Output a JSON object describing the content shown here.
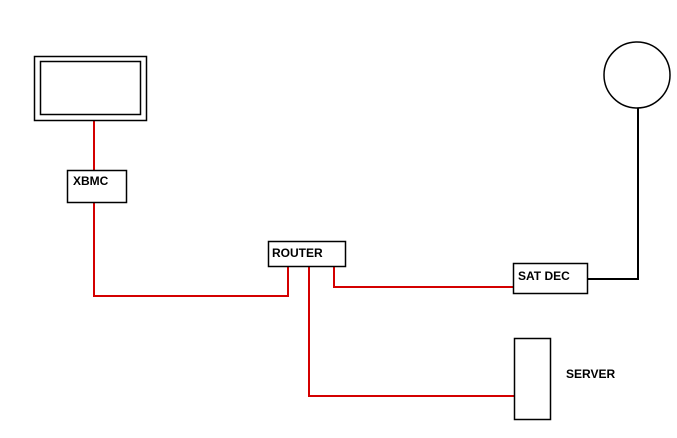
{
  "labels": {
    "xbmc": "XBMC",
    "router": "ROUTER",
    "sat_dec": "SAT DEC",
    "server": "SERVER"
  },
  "colors": {
    "network_cable": "#d40000",
    "satellite_cable": "#000000",
    "outline": "#000000",
    "background": "#ffffff"
  },
  "connections": [
    {
      "from": "tv-monitor",
      "to": "xbmc-box",
      "color": "network_cable"
    },
    {
      "from": "xbmc-box",
      "to": "router-box",
      "color": "network_cable"
    },
    {
      "from": "router-box",
      "to": "sat-dec-box",
      "color": "network_cable"
    },
    {
      "from": "router-box",
      "to": "server-box",
      "color": "network_cable"
    },
    {
      "from": "satellite-dish",
      "to": "sat-dec-box",
      "color": "satellite_cable"
    }
  ]
}
